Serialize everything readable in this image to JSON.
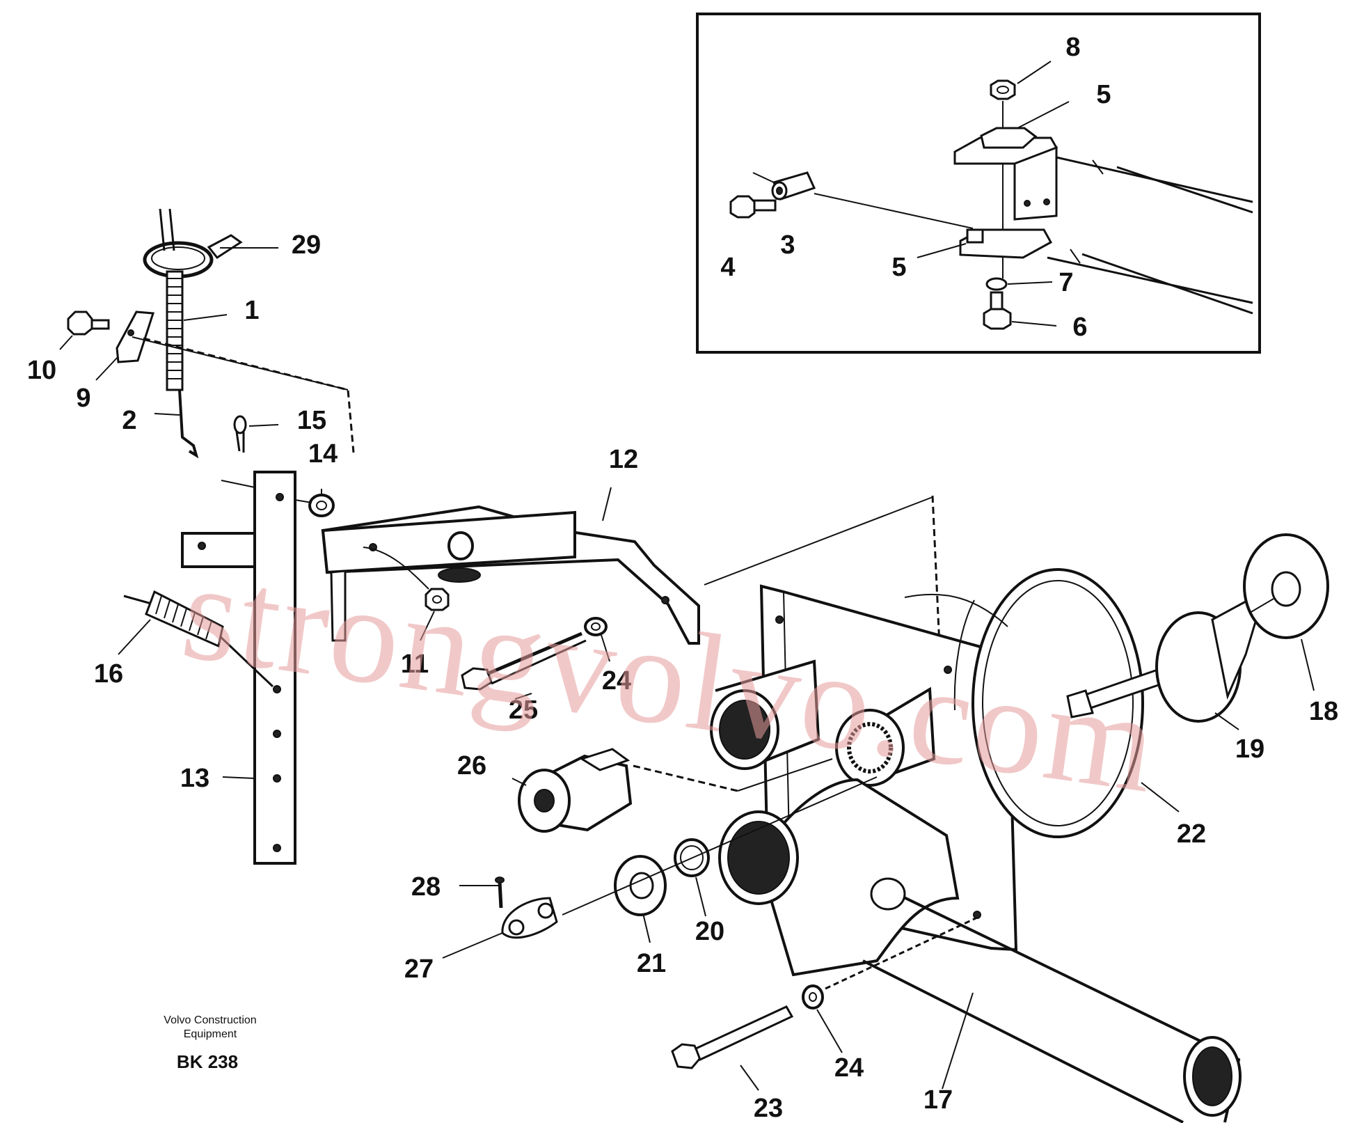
{
  "diagram": {
    "callouts": [
      {
        "id": "c8",
        "text": "8"
      },
      {
        "id": "c5a",
        "text": "5"
      },
      {
        "id": "c3",
        "text": "3"
      },
      {
        "id": "c4",
        "text": "4"
      },
      {
        "id": "c5b",
        "text": "5"
      },
      {
        "id": "c7",
        "text": "7"
      },
      {
        "id": "c6",
        "text": "6"
      },
      {
        "id": "c29",
        "text": "29"
      },
      {
        "id": "c1",
        "text": "1"
      },
      {
        "id": "c10",
        "text": "10"
      },
      {
        "id": "c9",
        "text": "9"
      },
      {
        "id": "c2",
        "text": "2"
      },
      {
        "id": "c15",
        "text": "15"
      },
      {
        "id": "c14",
        "text": "14"
      },
      {
        "id": "c12",
        "text": "12"
      },
      {
        "id": "c16",
        "text": "16"
      },
      {
        "id": "c11",
        "text": "11"
      },
      {
        "id": "c24a",
        "text": "24"
      },
      {
        "id": "c25",
        "text": "25"
      },
      {
        "id": "c18",
        "text": "18"
      },
      {
        "id": "c19",
        "text": "19"
      },
      {
        "id": "c22",
        "text": "22"
      },
      {
        "id": "c26",
        "text": "26"
      },
      {
        "id": "c13",
        "text": "13"
      },
      {
        "id": "c28",
        "text": "28"
      },
      {
        "id": "c20",
        "text": "20"
      },
      {
        "id": "c21",
        "text": "21"
      },
      {
        "id": "c27",
        "text": "27"
      },
      {
        "id": "c24b",
        "text": "24"
      },
      {
        "id": "c23",
        "text": "23"
      },
      {
        "id": "c17",
        "text": "17"
      }
    ],
    "caption": {
      "line1": "Volvo Construction",
      "line2": "Equipment",
      "code": "BK 238"
    },
    "watermark": "strongvolvo.com"
  }
}
